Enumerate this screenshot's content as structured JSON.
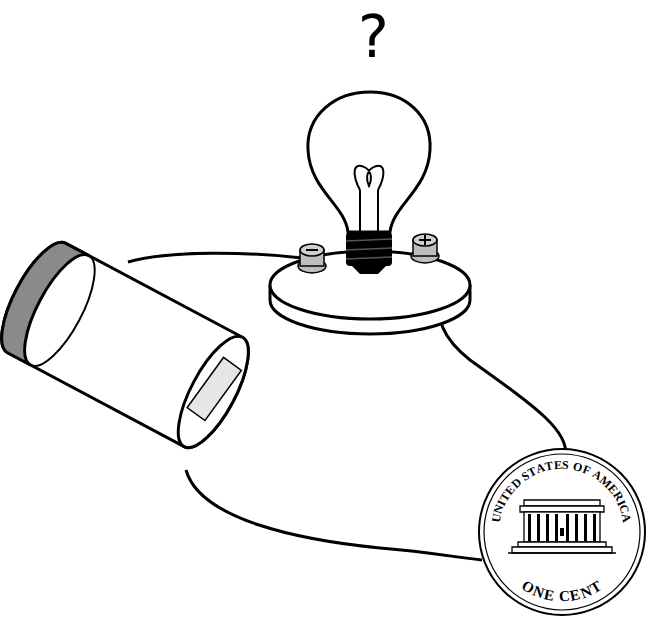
{
  "diagram": {
    "nodes": [
      {
        "text": [
          "UNITED STATES OF AMERICA",
          "ONE CENT"
        ]
      }
    ],
    "labels": [
      "?"
    ]
  }
}
